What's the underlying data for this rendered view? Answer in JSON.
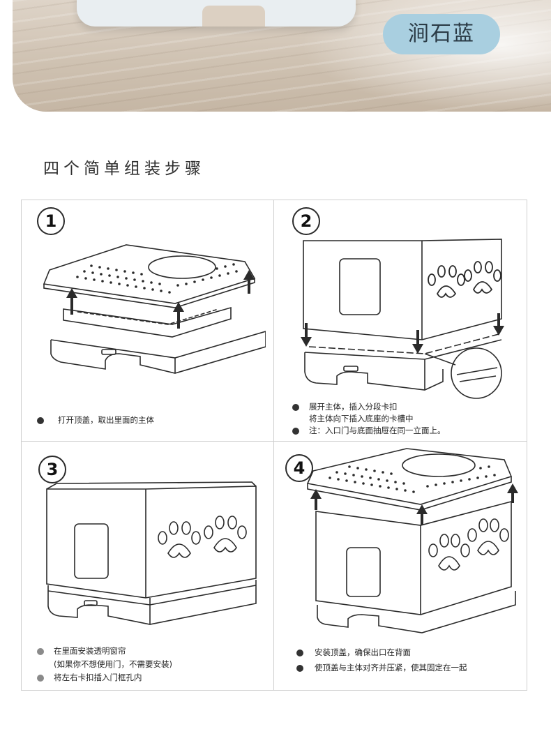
{
  "banner": {
    "color_name": "涧石蓝"
  },
  "section_title": "四个简单组装步骤",
  "steps": [
    {
      "number": "1",
      "notes": [
        "打开顶盖，取出里面的主体"
      ]
    },
    {
      "number": "2",
      "notes": [
        "展开主体，插入分段卡扣",
        "将主体向下插入底座的卡槽中",
        "注：入口门与底面抽屉在同一立面上。"
      ]
    },
    {
      "number": "3",
      "notes": [
        "在里面安装透明窗帘",
        "(如果你不想使用门，不需要安装)",
        "将左右卡扣插入门框孔内"
      ]
    },
    {
      "number": "4",
      "notes": [
        "安装顶盖，确保出口在背面",
        "使顶盖与主体对齐并压紧，使其固定在一起"
      ]
    }
  ],
  "colors": {
    "pill": "#a9cfe0",
    "line": "#2a2a2a"
  }
}
